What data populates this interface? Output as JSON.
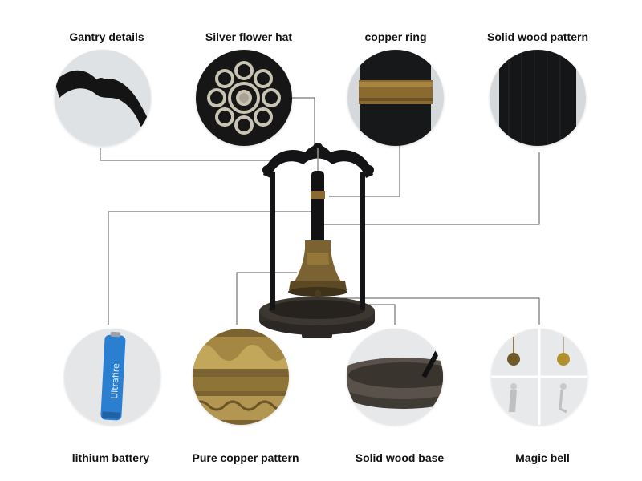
{
  "labels": {
    "gantry": "Gantry details",
    "flower_hat": "Silver flower hat",
    "copper_ring": "copper ring",
    "wood_pattern": "Solid wood pattern",
    "battery": "lithium battery",
    "copper_pattern": "Pure copper pattern",
    "wood_base": "Solid wood base",
    "magic_bell": "Magic bell"
  },
  "battery_text": "Ultrafire",
  "colors": {
    "wood_dark": "#1a1a1c",
    "bronze": "#8a6a2e",
    "brass": "#b49a4a",
    "silver": "#c9c3b4",
    "battery_blue": "#2a7fd0",
    "leader_line": "#555555",
    "circle_bg": "#e4e6e8"
  }
}
